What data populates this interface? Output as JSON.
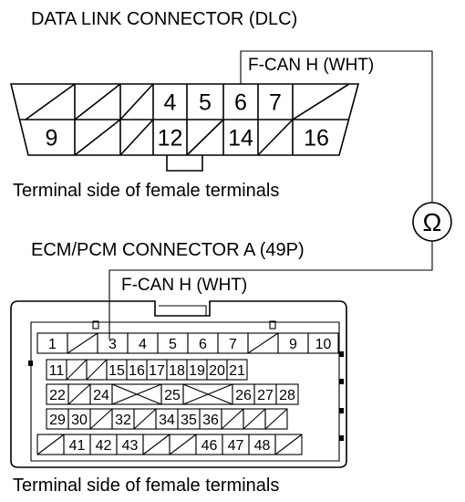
{
  "titles": {
    "dlc_title": "DATA LINK CONNECTOR (DLC)",
    "ecm_title": "ECM/PCM CONNECTOR A (49P)"
  },
  "wires": {
    "dlc_wire_label": "F-CAN H (WHT)",
    "ecm_wire_label": "F-CAN H (WHT)"
  },
  "captions": {
    "dlc_caption": "Terminal side of female terminals",
    "ecm_caption": "Terminal side of female terminals"
  },
  "meter": {
    "symbol": "Ω",
    "icon": "ohmmeter-icon"
  },
  "dlc": {
    "top_row": [
      "",
      "",
      "",
      "4",
      "5",
      "6",
      "7",
      ""
    ],
    "bottom_row": [
      "9",
      "",
      "",
      "12",
      "",
      "14",
      "",
      "16"
    ]
  },
  "ecm": {
    "row1": [
      "1",
      "",
      "3",
      "4",
      "5",
      "6",
      "7",
      "",
      "9",
      "10"
    ],
    "row2": [
      "11",
      "",
      "",
      "15",
      "16",
      "17",
      "18",
      "19",
      "20",
      "21"
    ],
    "row3": [
      "22",
      "",
      "24",
      "",
      "25",
      "",
      "26",
      "27",
      "28"
    ],
    "row4": [
      "29",
      "30",
      "",
      "32",
      "",
      "34",
      "35",
      "36",
      "",
      "",
      ""
    ],
    "row5": [
      "",
      "41",
      "42",
      "43",
      "",
      "",
      "46",
      "47",
      "48",
      ""
    ]
  }
}
